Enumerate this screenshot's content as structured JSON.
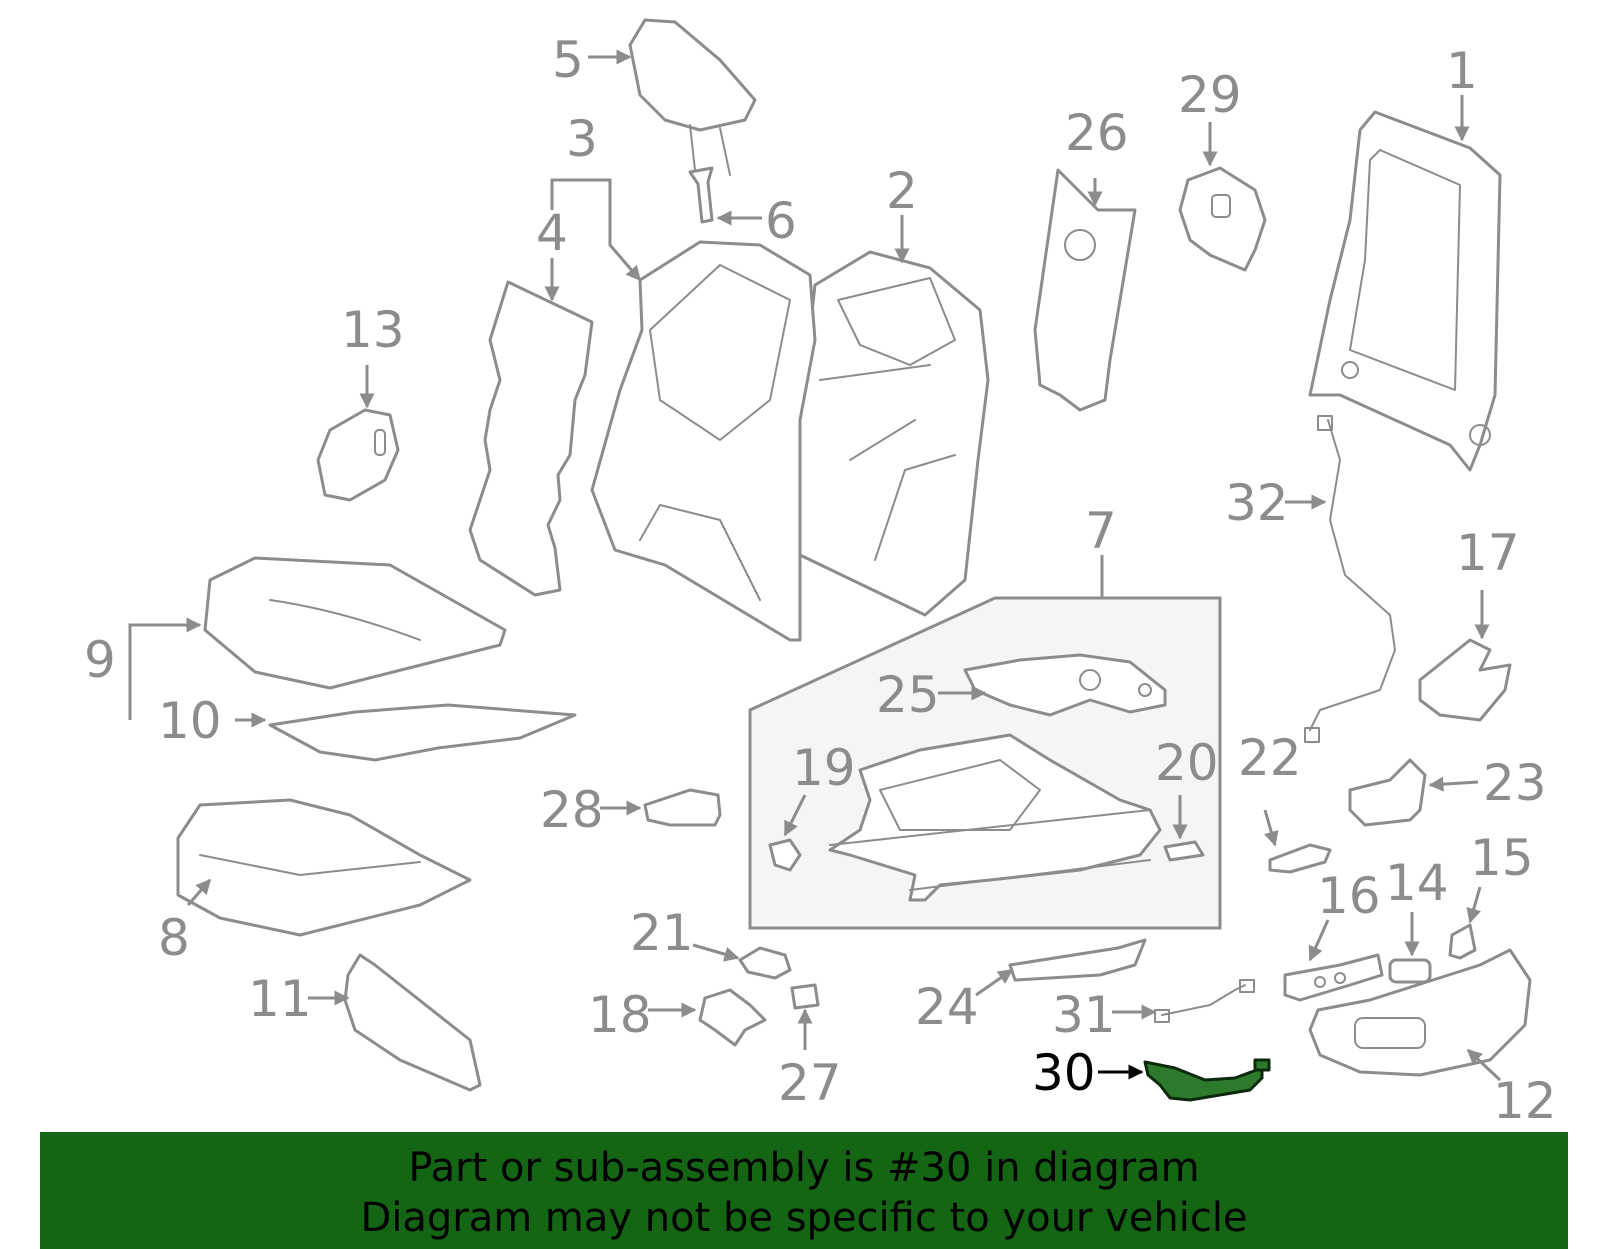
{
  "callouts": {
    "c1": "1",
    "c2": "2",
    "c3": "3",
    "c4": "4",
    "c5": "5",
    "c6": "6",
    "c7": "7",
    "c8": "8",
    "c9": "9",
    "c10": "10",
    "c11": "11",
    "c12": "12",
    "c13": "13",
    "c14": "14",
    "c15": "15",
    "c16": "16",
    "c17": "17",
    "c18": "18",
    "c19": "19",
    "c20": "20",
    "c21": "21",
    "c22": "22",
    "c23": "23",
    "c24": "24",
    "c25": "25",
    "c26": "26",
    "c27": "27",
    "c28": "28",
    "c29": "29",
    "c30": "30",
    "c31": "31",
    "c32": "32"
  },
  "highlight": {
    "part_number": "30",
    "fill_color": "#2d7a2d"
  },
  "banner": {
    "line1": "Part or sub-assembly is #30 in diagram",
    "line2": "Diagram may not be specific to your vehicle",
    "background_color": "#146614"
  }
}
